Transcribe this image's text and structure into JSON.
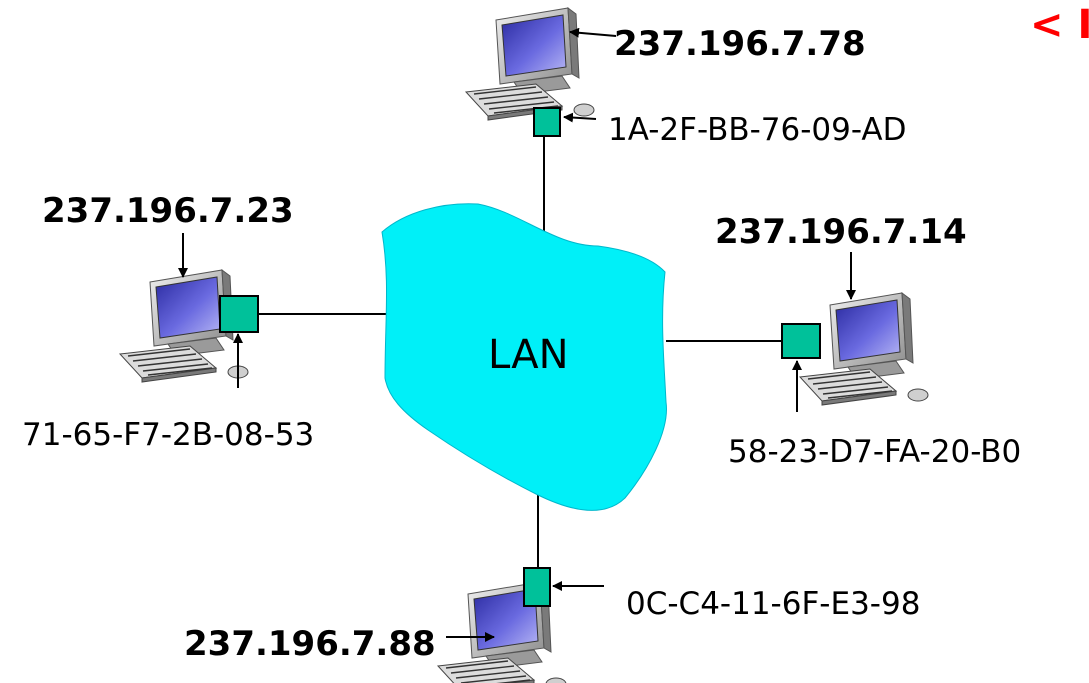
{
  "lan_label": "LAN",
  "corner_text": "< I",
  "colors": {
    "lan_fill": "#00f0f8",
    "adapter_fill": "#00c19a",
    "corner_text": "#ff0000"
  },
  "nodes": {
    "top": {
      "ip": "237.196.7.78",
      "mac": "1A-2F-BB-76-09-AD"
    },
    "left": {
      "ip": "237.196.7.23",
      "mac": "71-65-F7-2B-08-53"
    },
    "right": {
      "ip": "237.196.7.14",
      "mac": "58-23-D7-FA-20-B0"
    },
    "bottom": {
      "ip": "237.196.7.88",
      "mac": "0C-C4-11-6F-E3-98"
    }
  }
}
